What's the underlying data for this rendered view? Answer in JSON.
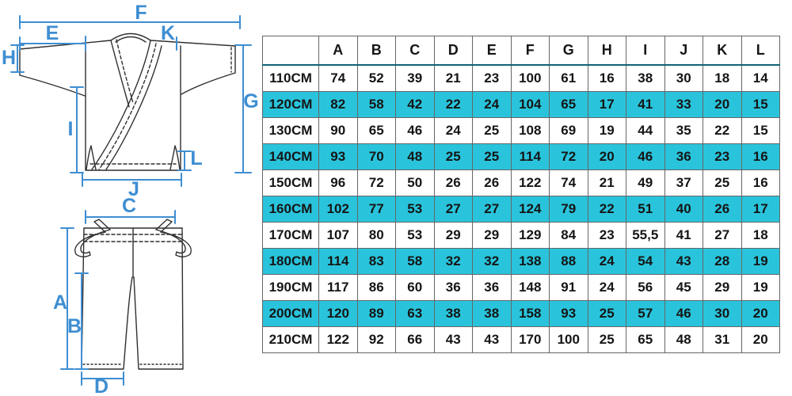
{
  "colors": {
    "highlight_row": "#29c4dc",
    "dimension_blue": "#3e8ed2",
    "header_underline": "#0e6472"
  },
  "diagrams": {
    "jacket_labels": {
      "F": "F",
      "E": "E",
      "K": "K",
      "H": "H",
      "G": "G",
      "I": "I",
      "L": "L",
      "J": "J"
    },
    "pants_labels": {
      "C": "C",
      "A": "A",
      "B": "B",
      "D": "D"
    }
  },
  "chart_data": {
    "type": "table",
    "title": "Martial arts uniform (jacket and pants) size chart, measurements keyed to diagram letters A–L",
    "row_header": "",
    "columns": [
      "A",
      "B",
      "C",
      "D",
      "E",
      "F",
      "G",
      "H",
      "I",
      "J",
      "K",
      "L"
    ],
    "rows": [
      {
        "label": "110CM",
        "highlight": false,
        "values": [
          74,
          52,
          39,
          21,
          23,
          100,
          61,
          16,
          38,
          30,
          18,
          14
        ]
      },
      {
        "label": "120CM",
        "highlight": true,
        "values": [
          82,
          58,
          42,
          22,
          24,
          104,
          65,
          17,
          41,
          33,
          20,
          15
        ]
      },
      {
        "label": "130CM",
        "highlight": false,
        "values": [
          90,
          65,
          46,
          24,
          25,
          108,
          69,
          19,
          44,
          35,
          22,
          15
        ]
      },
      {
        "label": "140CM",
        "highlight": true,
        "values": [
          93,
          70,
          48,
          25,
          25,
          114,
          72,
          20,
          46,
          36,
          23,
          16
        ]
      },
      {
        "label": "150CM",
        "highlight": false,
        "values": [
          96,
          72,
          50,
          26,
          26,
          122,
          74,
          21,
          49,
          37,
          25,
          16
        ]
      },
      {
        "label": "160CM",
        "highlight": true,
        "values": [
          102,
          77,
          53,
          27,
          27,
          124,
          79,
          22,
          51,
          40,
          26,
          17
        ]
      },
      {
        "label": "170CM",
        "highlight": false,
        "values": [
          107,
          80,
          53,
          29,
          29,
          129,
          84,
          23,
          "55,5",
          41,
          27,
          18
        ]
      },
      {
        "label": "180CM",
        "highlight": true,
        "values": [
          114,
          83,
          58,
          32,
          32,
          138,
          88,
          24,
          54,
          43,
          28,
          19
        ]
      },
      {
        "label": "190CM",
        "highlight": false,
        "values": [
          117,
          86,
          60,
          36,
          36,
          148,
          91,
          24,
          56,
          45,
          29,
          19
        ]
      },
      {
        "label": "200CM",
        "highlight": true,
        "values": [
          120,
          89,
          63,
          38,
          38,
          158,
          93,
          25,
          57,
          46,
          30,
          20
        ]
      },
      {
        "label": "210CM",
        "highlight": false,
        "values": [
          122,
          92,
          66,
          43,
          43,
          170,
          100,
          25,
          65,
          48,
          31,
          20
        ]
      }
    ]
  }
}
